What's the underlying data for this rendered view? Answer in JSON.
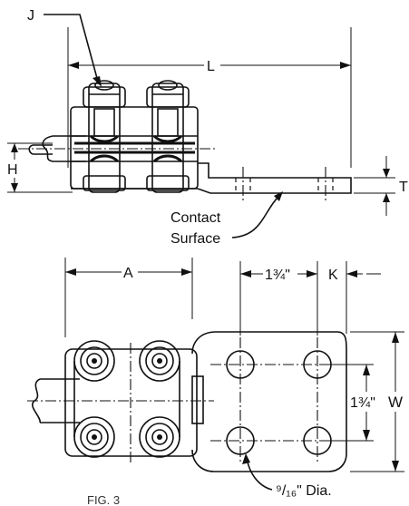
{
  "labels": {
    "j": "J",
    "l": "L",
    "h": "H",
    "t": "T",
    "contact_line1": "Contact",
    "contact_line2": "Surface",
    "a": "A",
    "spacing_horizontal": "1¾\"",
    "k": "K",
    "spacing_vertical": "1¾\"",
    "w": "W",
    "hole_diameter": "⁹/₁₆\" Dia.",
    "figure": "FIG. 3"
  }
}
